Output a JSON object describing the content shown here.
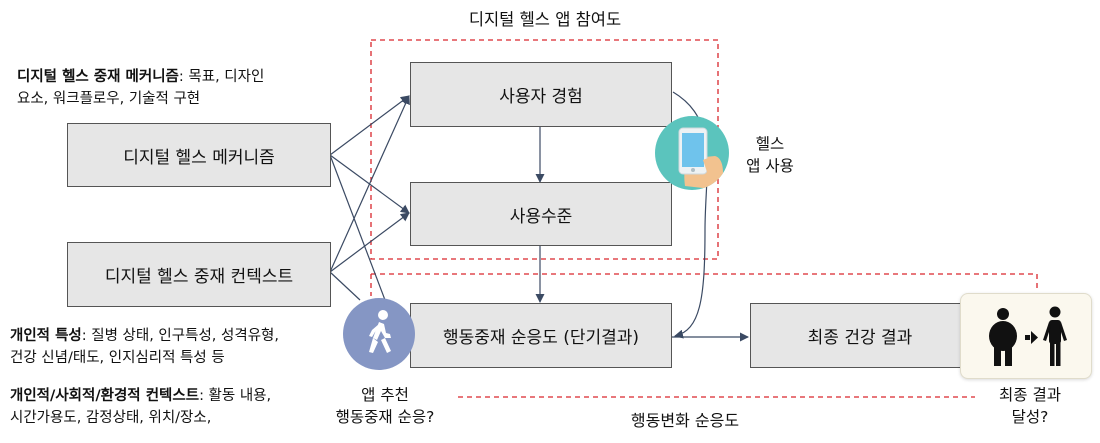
{
  "title": "디지털 헬스 앱 참여도",
  "mechanism_note": {
    "heading": "디지털 헬스 중재 메커니즘",
    "rest_line1": ": 목표, 디자인",
    "line2": "요소, 워크플로우, 기술적 구현"
  },
  "boxes": {
    "mechanism": "디지털 헬스 메커니즘",
    "context": "디지털 헬스 중재 컨텍스트",
    "user_experience": "사용자 경험",
    "usage_level": "사용수준",
    "adherence": "행동중재 순응도 (단기결과)",
    "final_health": "최종 건강 결과"
  },
  "personal_note": {
    "heading": "개인적 특성",
    "rest_line1": ": 질병 상태, 인구특성, 성격유형,",
    "line2": "건강 신념/태도, 인지심리적 특성 등"
  },
  "context_note": {
    "heading": "개인적/사회적/환경적 컨텍스트",
    "rest_line1": ": 활동 내용,",
    "line2": "시간가용도, 감정상태, 위치/장소,"
  },
  "app_use_label": {
    "line1": "헬스",
    "line2": "앱 사용"
  },
  "walk_label": {
    "line1": "앱 추천",
    "line2": "행동중재 순응?"
  },
  "final_label": {
    "line1": "최종 결과",
    "line2": "달성?"
  },
  "behavior_label": "행동변화 순응도",
  "icons": {
    "phone": "smartphone-in-hand-icon",
    "walk": "walking-person-icon",
    "weight": "weight-loss-icon"
  },
  "colors": {
    "dashed": "#d9262c",
    "box_fill": "#e6e6e6",
    "arrow": "#3b4a63",
    "teal": "#5bc4bd",
    "walk_circle": "#8596c4"
  }
}
